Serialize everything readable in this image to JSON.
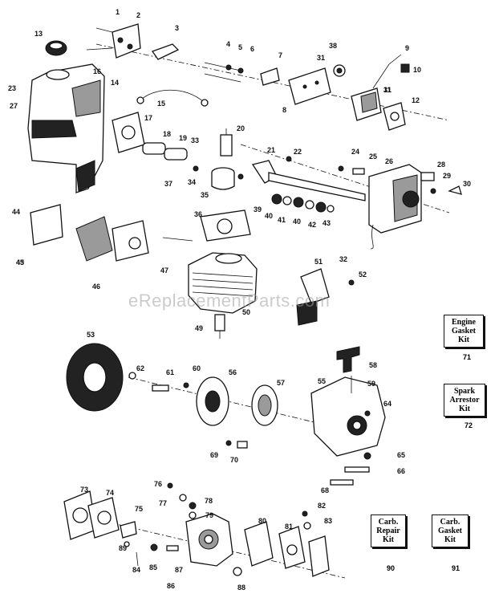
{
  "watermark": "eReplacementParts.com",
  "kits": [
    {
      "id": "engine-gasket",
      "line1": "Engine",
      "line2": "Gasket",
      "line3": "Kit",
      "number": "71"
    },
    {
      "id": "spark-arrestor",
      "line1": "Spark",
      "line2": "Arrestor",
      "line3": "Kit",
      "number": "72"
    },
    {
      "id": "carb-repair",
      "line1": "Carb.",
      "line2": "Repair",
      "line3": "Kit",
      "number": "90"
    },
    {
      "id": "carb-gasket",
      "line1": "Carb.",
      "line2": "Gasket",
      "line3": "Kit",
      "number": "91"
    }
  ],
  "callouts": [
    "1",
    "2",
    "3",
    "4",
    "5",
    "6",
    "7",
    "8",
    "9",
    "10",
    "11",
    "12",
    "13",
    "14",
    "15",
    "16",
    "17",
    "18",
    "19",
    "20",
    "21",
    "22",
    "23",
    "24",
    "25",
    "26",
    "27",
    "28",
    "29",
    "30",
    "31",
    "31",
    "32",
    "33",
    "34",
    "35",
    "36",
    "37",
    "38",
    "39",
    "40",
    "40",
    "41",
    "42",
    "43",
    "43",
    "44",
    "45",
    "46",
    "47",
    "49",
    "50",
    "51",
    "52",
    "53",
    "55",
    "56",
    "57",
    "58",
    "59",
    "60",
    "61",
    "62",
    "64",
    "65",
    "66",
    "68",
    "69",
    "70",
    "73",
    "74",
    "75",
    "76",
    "77",
    "78",
    "79",
    "80",
    "81",
    "82",
    "83",
    "84",
    "85",
    "86",
    "87",
    "88",
    "89"
  ]
}
